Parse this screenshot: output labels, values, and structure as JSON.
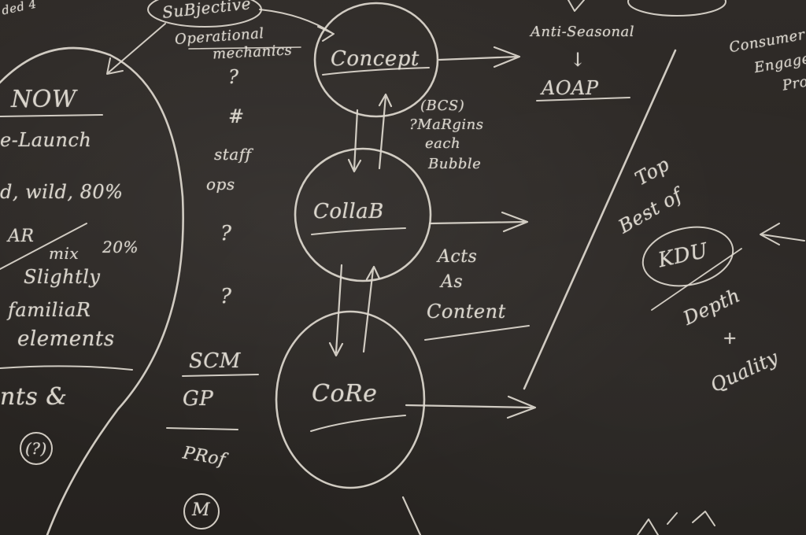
{
  "board": {
    "top_left_fragment": "ded 4",
    "subjective": "SuBjective",
    "operational": "Operational",
    "mechanics": "mechanics",
    "now": "NOW",
    "launch": "e-Launch",
    "wild": "d, wild, 80%",
    "ar": "AR",
    "pct20": "20%",
    "mix": "mix",
    "slightly": "Slightly",
    "familiar": "familiaR",
    "elements": "elements",
    "nts": "nts &",
    "q_circle": "(?)",
    "q1": "?",
    "hash": "#",
    "staff": "staff",
    "ops": "ops",
    "q2": "?",
    "q3": "?",
    "scm": "SCM",
    "gp": "GP",
    "prof": "PRof",
    "m_circle": "M",
    "concept": "Concept",
    "collab": "CollaB",
    "core": "CoRe",
    "bcs": "(BCS)",
    "margins": "?MaRgins",
    "each": "each",
    "bubble": "Bubble",
    "acts": "Acts",
    "as": "As",
    "content": "Content",
    "anti_seasonal": "Anti-Seasonal",
    "down_arrow": "↓",
    "aoap": "AOAP",
    "consumer": "Consumer",
    "engage": "Engage",
    "pro": "Pro",
    "top": "Top",
    "best_of": "Best of",
    "kdu": "KDU",
    "depth": "Depth",
    "plus": "+",
    "quality": "Quality"
  }
}
